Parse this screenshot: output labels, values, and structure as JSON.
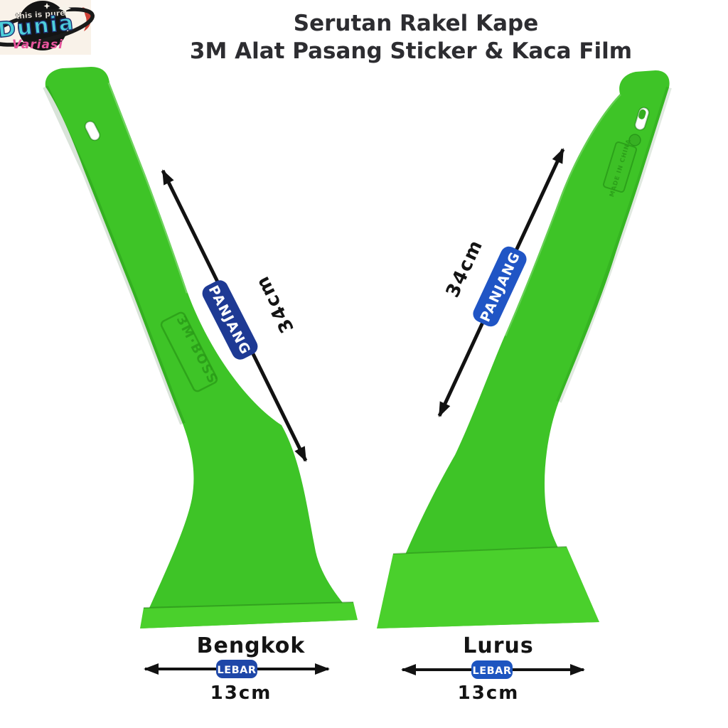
{
  "title": {
    "line1": "Serutan Rakel Kape",
    "line2": "3M Alat Pasang Sticker & Kaca Film"
  },
  "logo": {
    "tagline": "this is pure",
    "brand": "Dunia",
    "subbrand": "Variasi"
  },
  "left_tool": {
    "name": "Bengkok",
    "embossed": "3M·BOSS",
    "panjang_label": "PANJANG",
    "panjang_value": "34cm",
    "lebar_label": "LEBAR",
    "lebar_value": "13cm"
  },
  "right_tool": {
    "name": "Lurus",
    "embossed": "MADE IN CHINA",
    "panjang_label": "PANJANG",
    "panjang_value": "34cm",
    "lebar_label": "LEBAR",
    "lebar_value": "13cm"
  },
  "colors": {
    "green": "#3ec427",
    "green_light": "#4ad02c",
    "green_dark": "#2a9c18",
    "badge_navy": "#1e3a94",
    "badge_blue": "#2055c5",
    "badge_lebar_left": "#1e47a8",
    "badge_lebar_right": "#1d55c0",
    "arrow": "#121212",
    "title_text": "#2d2d31",
    "logo_cyan": "#4ecfdb",
    "logo_pink": "#e8559d",
    "logo_cream": "#f9f2e9",
    "logo_red": "#cf4136"
  }
}
